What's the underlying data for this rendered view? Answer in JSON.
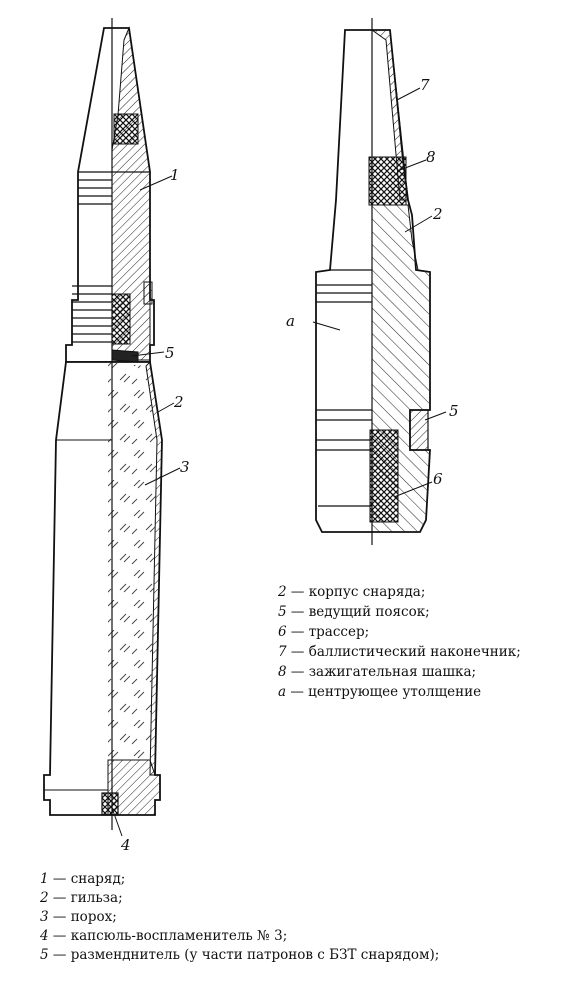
{
  "labels": {
    "left": [
      "1",
      "5",
      "2",
      "3",
      "4"
    ],
    "right": [
      "7",
      "8",
      "2",
      "а",
      "5",
      "6"
    ]
  },
  "legend_right": [
    {
      "key": "2",
      "sep": " — ",
      "text": "корпус  снаряда;"
    },
    {
      "key": "5",
      "sep": " — ",
      "text": "ведущий  поясок;"
    },
    {
      "key": "6",
      "sep": " — ",
      "text": "трассер;"
    },
    {
      "key": "7",
      "sep": " — ",
      "text": "баллистический  наконечник;"
    },
    {
      "key": "8",
      "sep": " — ",
      "text": "зажигательная  шашка;"
    },
    {
      "key": "а",
      "sep": " — ",
      "text": "центрующее  утолщение"
    }
  ],
  "legend_bottom": [
    {
      "key": "1",
      "sep": " — ",
      "text": "снаряд;"
    },
    {
      "key": "2",
      "sep": " — ",
      "text": "гильза;"
    },
    {
      "key": "3",
      "sep": " — ",
      "text": "порох;"
    },
    {
      "key": "4",
      "sep": " — ",
      "text": "капсюль-воспламенитель  №  3;"
    },
    {
      "key": "5",
      "sep": " — ",
      "text": "разменднитель  (у  части  патронов  с  БЗТ  снарядом);"
    }
  ]
}
